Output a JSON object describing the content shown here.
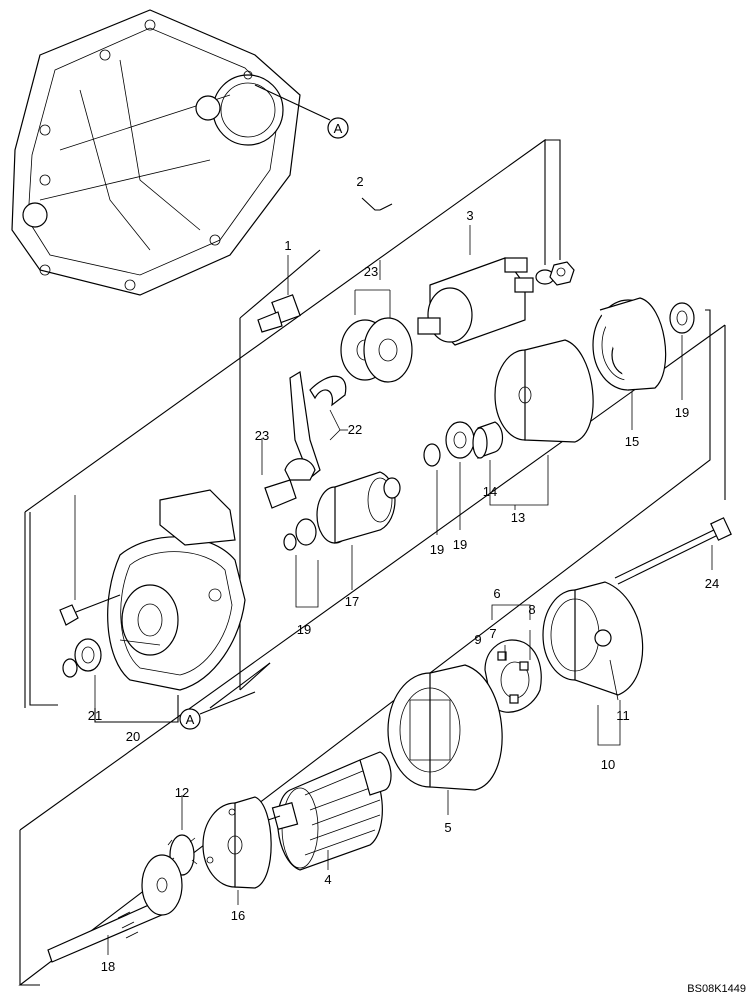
{
  "labels": {
    "p1": "1",
    "p2": "2",
    "p3": "3",
    "p4": "4",
    "p5": "5",
    "p6": "6",
    "p7": "7",
    "p8": "8",
    "p9": "9",
    "p10": "10",
    "p11": "11",
    "p12": "12",
    "p13": "13",
    "p14": "14",
    "p15": "15",
    "p16": "16",
    "p17": "17",
    "p18": "18",
    "p19a": "19",
    "p19b": "19",
    "p19c": "19",
    "p19d": "19",
    "p20": "20",
    "p21": "21",
    "p22": "22",
    "p23a": "23",
    "p23b": "23",
    "p24": "24",
    "refA1": "A",
    "refA2": "A"
  },
  "drawing_code": "BS08K1449"
}
